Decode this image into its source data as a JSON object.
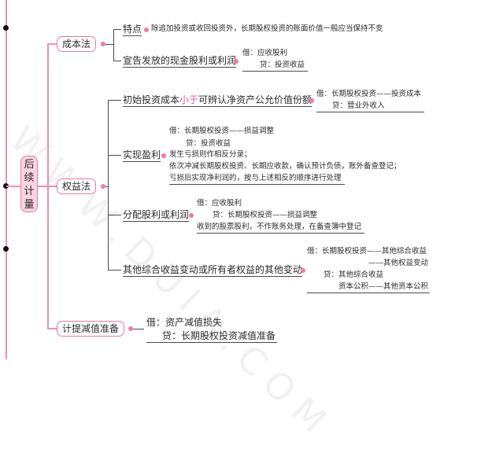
{
  "watermark": "WWW.DUIA.COM",
  "root": "后续计量",
  "methods": {
    "cost": {
      "label": "成本法",
      "feature_label": "特点",
      "feature_text": "除追加投资或收回投资外，长期股权投资的账面价值一般应当保持不变",
      "dividend_label": "宣告发放的现金股利或利润",
      "dividend_entry": [
        "借：应收股利",
        "贷：投资收益"
      ]
    },
    "equity": {
      "label": "权益法",
      "initial_pre": "初始投资成本",
      "initial_hl": "小于",
      "initial_post": "可辨认净资产公允价值份额",
      "initial_entry": [
        "借：长期股权投资——投资成本",
        "贷：营业外收入"
      ],
      "profit_entry": [
        "借：长期股权投资——损益调整",
        "贷：投资收益"
      ],
      "profit_label": "实现盈利",
      "loss_lines": [
        "发生亏损则作相反分录；",
        "依次冲减长期股权投资、长期应收款，确认预计负债，账外备查登记；",
        "亏损后实现净利润的，按与上述相反的顺序进行处理"
      ],
      "distrib_label": "分配股利或利润",
      "distrib_entry": [
        "借：应收股利",
        "贷：长期股权投资——损益调整"
      ],
      "distrib_note": "收到的股票股利，不作账务处理，在备查簿中登记",
      "oci_label": "其他综合收益变动或所有者权益的其他变动",
      "oci_entry": [
        "借：长期股权投资——其他综合收益",
        "——其他权益变动",
        "贷：其他综合收益",
        "资本公积——其他资本公积"
      ]
    },
    "impairment": {
      "label": "计提减值准备",
      "entry": [
        "借：资产减值损失",
        "贷：长期股权投资减值准备"
      ]
    }
  }
}
